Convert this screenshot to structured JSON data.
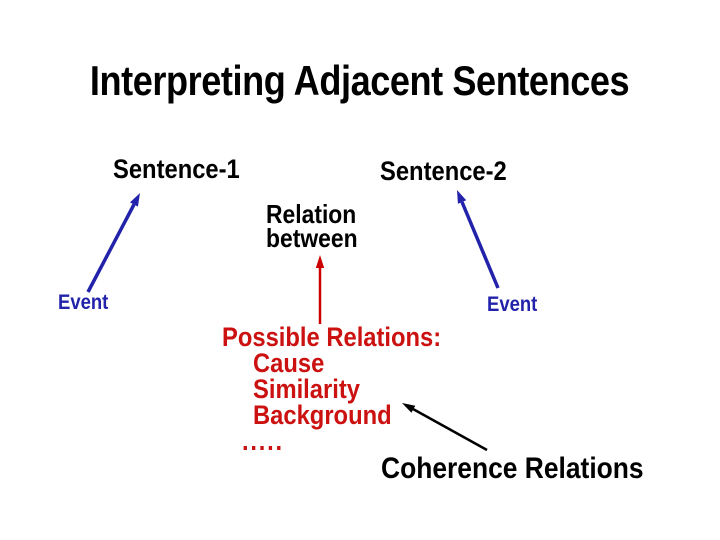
{
  "slide": {
    "title": "Interpreting Adjacent Sentences",
    "sentence1": "Sentence-1",
    "sentence2": "Sentence-2",
    "relation": {
      "line1": "Relation",
      "line2": "between"
    },
    "event_left": "Event",
    "event_right": "Event",
    "possible_relations": {
      "heading": "Possible Relations:",
      "items": [
        "Cause",
        "Similarity",
        "Background",
        "....."
      ]
    },
    "coherence": "Coherence Relations"
  },
  "colors": {
    "background": "#FFFFFF",
    "title_text": "#000000",
    "sentence_text": "#000000",
    "relation_text": "#000000",
    "event_text": "#2222AA",
    "blue_arrow": "#2222AA",
    "red_arrow": "#CC0000",
    "red_text": "#CC1111",
    "black_arrow": "#000000",
    "coherence_text": "#000000"
  }
}
